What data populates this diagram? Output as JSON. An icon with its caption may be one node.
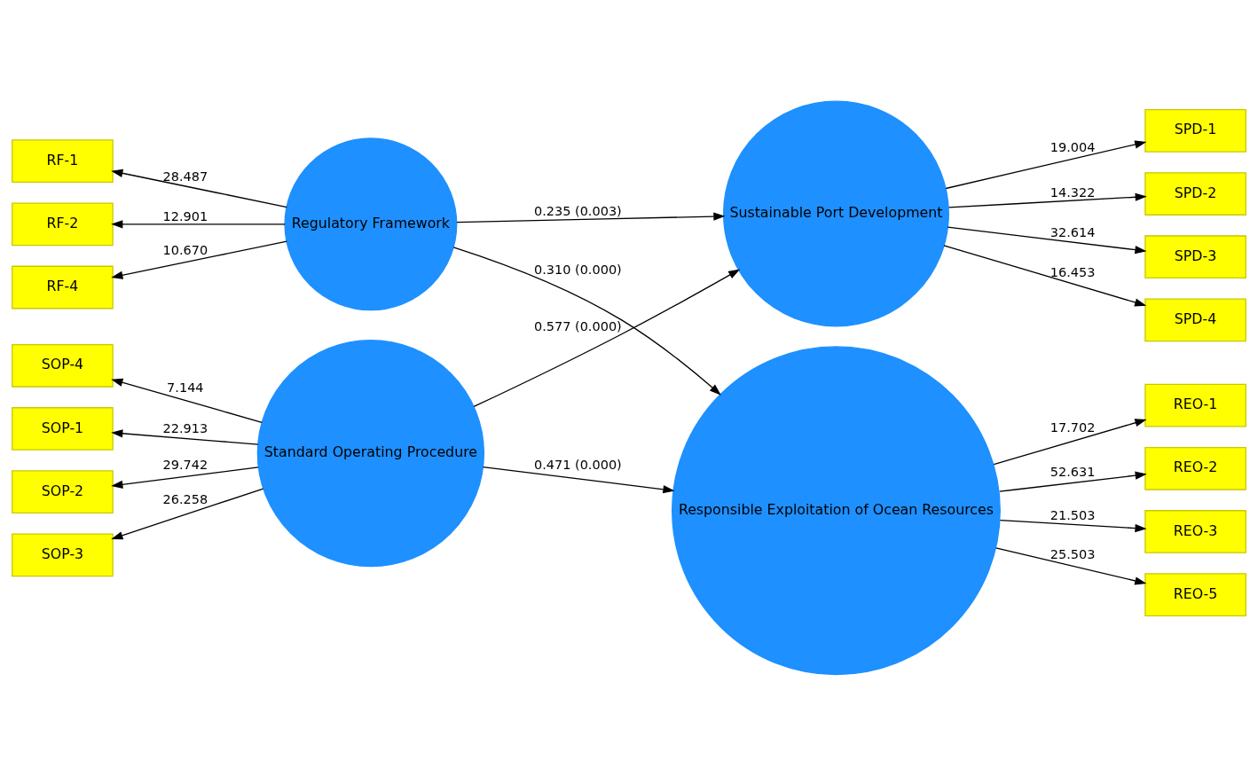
{
  "diagram": {
    "nodes": [
      {
        "text": [
          "Regulatory Framework"
        ]
      },
      {
        "text": [
          "RF-1"
        ]
      },
      {
        "text": [
          "RF-2"
        ]
      },
      {
        "text": [
          "RF-4"
        ]
      },
      {
        "text": [
          "Sustainable Port Development"
        ]
      },
      {
        "text": [
          "SPD-1"
        ]
      },
      {
        "text": [
          "SPD-2"
        ]
      },
      {
        "text": [
          "SPD-3"
        ]
      },
      {
        "text": [
          "SPD-4"
        ]
      },
      {
        "text": [
          "Standard Operating Procedure"
        ]
      },
      {
        "text": [
          "SOP-1"
        ]
      },
      {
        "text": [
          "SOP-2"
        ]
      },
      {
        "text": [
          "SOP-3"
        ]
      },
      {
        "text": [
          "SOP-4"
        ]
      },
      {
        "text": [
          "Responsible Exploitation of Ocean Resources"
        ]
      },
      {
        "text": [
          "REO-1"
        ]
      },
      {
        "text": [
          "REO-2"
        ]
      },
      {
        "text": [
          "REO-3"
        ]
      },
      {
        "text": [
          "REO-5"
        ]
      }
    ],
    "edges": [
      {
        "from": 0,
        "to": 1,
        "arrow": "to",
        "label": "28.487"
      },
      {
        "from": 0,
        "to": 2,
        "arrow": "to",
        "label": "12.901"
      },
      {
        "from": 0,
        "to": 3,
        "arrow": "to",
        "label": "10.670"
      },
      {
        "from": 0,
        "to": 4,
        "arrow": "to",
        "label": "0.235 (0.003)"
      },
      {
        "from": 0,
        "to": 14,
        "arrow": "to",
        "label": "0.310 (0.000)"
      },
      {
        "from": 4,
        "to": 5,
        "arrow": "to",
        "label": "19.004"
      },
      {
        "from": 4,
        "to": 6,
        "arrow": "to",
        "label": "14.322"
      },
      {
        "from": 4,
        "to": 7,
        "arrow": "to",
        "label": "32.614"
      },
      {
        "from": 4,
        "to": 8,
        "arrow": "to",
        "label": "16.453"
      },
      {
        "from": 9,
        "to": 4,
        "arrow": "to",
        "label": "0.577 (0.000)"
      },
      {
        "from": 9,
        "to": 14,
        "arrow": "to",
        "label": "0.471 (0.000)"
      },
      {
        "from": 9,
        "to": 10,
        "arrow": "to",
        "label": "22.913"
      },
      {
        "from": 9,
        "to": 11,
        "arrow": "to",
        "label": "29.742"
      },
      {
        "from": 9,
        "to": 12,
        "arrow": "to",
        "label": "26.258"
      },
      {
        "from": 9,
        "to": 13,
        "arrow": "to",
        "label": "7.144"
      },
      {
        "from": 14,
        "to": 15,
        "arrow": "to",
        "label": "17.702"
      },
      {
        "from": 14,
        "to": 16,
        "arrow": "to",
        "label": "52.631"
      },
      {
        "from": 14,
        "to": 17,
        "arrow": "to",
        "label": "21.503"
      },
      {
        "from": 14,
        "to": 18,
        "arrow": "to",
        "label": "25.503"
      }
    ]
  }
}
